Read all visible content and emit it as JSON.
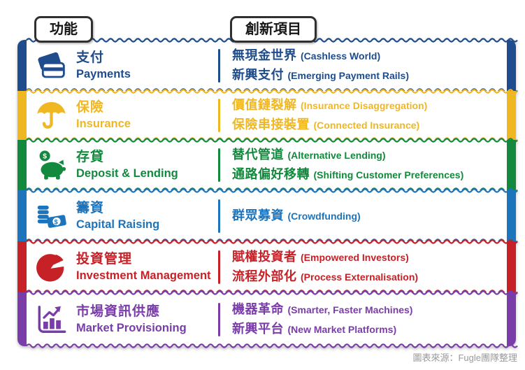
{
  "header": {
    "function_label": "功能",
    "innovation_label": "創新項目"
  },
  "rows": [
    {
      "color": "#1E4C8C",
      "icon": "credit-cards-icon",
      "zh": "支付",
      "en": "Payments",
      "items": [
        {
          "zh": "無現金世界",
          "en": "(Cashless World)"
        },
        {
          "zh": "新興支付",
          "en": "(Emerging Payment Rails)"
        }
      ]
    },
    {
      "color": "#EFB722",
      "icon": "umbrella-icon",
      "zh": "保險",
      "en": "Insurance",
      "items": [
        {
          "zh": "價值鏈裂解",
          "en": "(Insurance Disaggregation)"
        },
        {
          "zh": "保險串接裝置",
          "en": "(Connected Insurance)"
        }
      ]
    },
    {
      "color": "#12893C",
      "icon": "piggy-bank-icon",
      "zh": "存貸",
      "en": "Deposit & Lending",
      "items": [
        {
          "zh": "替代管道",
          "en": "(Alternative Lending)"
        },
        {
          "zh": "通路偏好移轉",
          "en": "(Shifting Customer Preferences)"
        }
      ]
    },
    {
      "color": "#1C74BC",
      "icon": "coins-money-icon",
      "zh": "籌資",
      "en": "Capital Raising",
      "items": [
        {
          "zh": "群眾募資",
          "en": "(Crowdfunding)"
        }
      ]
    },
    {
      "color": "#C52127",
      "icon": "pie-chart-icon",
      "zh": "投資管理",
      "en": "Investment Management",
      "items": [
        {
          "zh": "賦權投資者",
          "en": "(Empowered Investors)"
        },
        {
          "zh": "流程外部化",
          "en": "(Process Externalisation)"
        }
      ]
    },
    {
      "color": "#7A3CA9",
      "icon": "bar-chart-arrow-icon",
      "zh": "市場資訊供應",
      "en": "Market Provisioning",
      "items": [
        {
          "zh": "機器革命",
          "en": "(Smarter, Faster Machines)"
        },
        {
          "zh": "新興平台",
          "en": "(New Market Platforms)"
        }
      ]
    }
  ],
  "footer": {
    "source": "圖表來源：Fugle團隊整理"
  }
}
